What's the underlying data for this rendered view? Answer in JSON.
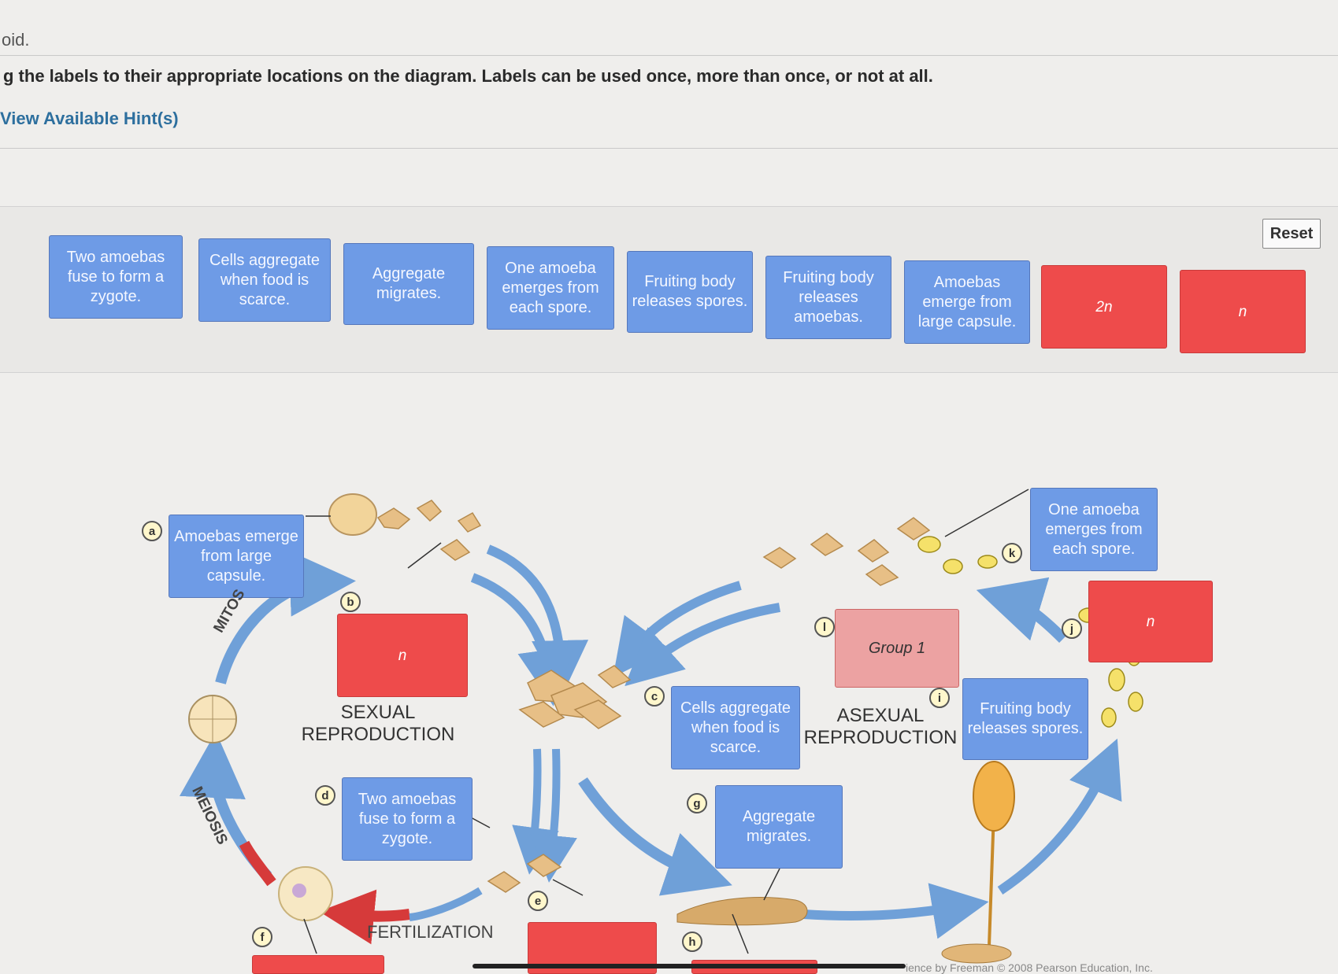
{
  "header": {
    "crumb": "oid.",
    "instruction": "g the labels to their appropriate locations on the diagram. Labels can be used once, more than once, or not at all.",
    "hint_link": "View Available Hint(s)",
    "reset": "Reset"
  },
  "bank": {
    "labels": [
      "Two amoebas fuse to form a zygote.",
      "Cells aggregate when food is scarce.",
      "Aggregate migrates.",
      "One amoeba emerges from each spore.",
      "Fruiting body releases spores.",
      "Fruiting body releases amoebas.",
      "Amoebas emerge from large capsule.",
      "2n",
      "n"
    ]
  },
  "diagram": {
    "markers": [
      "a",
      "b",
      "c",
      "d",
      "e",
      "f",
      "g",
      "h",
      "i",
      "j",
      "k",
      "l"
    ],
    "placed": {
      "a": "Amoebas emerge from large capsule.",
      "b": "n",
      "c": "Cells aggregate when food is scarce.",
      "d": "Two amoebas fuse to form a zygote.",
      "g": "Aggregate migrates.",
      "i": "Group 1",
      "j": "n",
      "k": "One amoeba emerges from each spore.",
      "l": "Fruiting body releases spores."
    },
    "sexual": "SEXUAL REPRODUCTION",
    "asexual": "ASEXUAL REPRODUCTION",
    "mitosis": "MITOS",
    "meiosis": "MEIOSIS",
    "fertilization": "FERTILIZATION",
    "credit": "ience by Freeman © 2008 Pearson Education, Inc."
  }
}
